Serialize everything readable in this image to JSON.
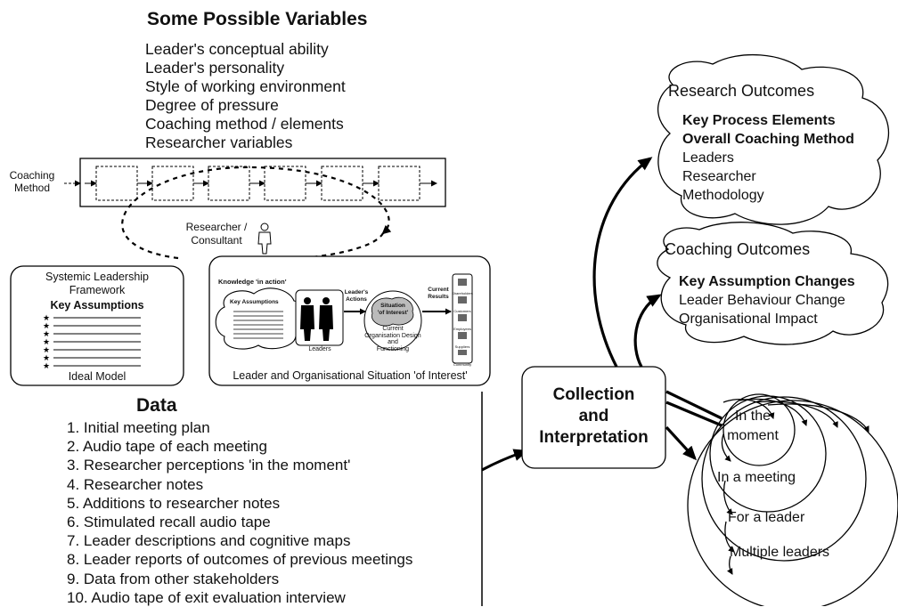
{
  "variables": {
    "title": "Some Possible Variables",
    "items": [
      "Leader's conceptual ability",
      "Leader's personality",
      "Style of working environment",
      "Degree of pressure",
      "Coaching method / elements",
      "Researcher variables"
    ]
  },
  "coaching_method": {
    "label": "Coaching\nMethod"
  },
  "researcher": {
    "label": "Researcher /\nConsultant"
  },
  "framework": {
    "title": "Systemic Leadership\nFramework",
    "heading": "Key Assumptions",
    "footer": "Ideal Model"
  },
  "situation": {
    "knowledge": "Knowledge 'in action'",
    "key_assumptions": "Key Assumptions",
    "leaders": "Leaders",
    "leaders_actions": "Leader's\nActions",
    "situation_label": "Situation\n'of Interest'",
    "org_design": "Current\nOrganisation Design\nand\nFunctioning",
    "current_results": "Current\nResults",
    "stakeholders": [
      "Shareholders",
      "Customers",
      "Employees",
      "Suppliers",
      "Community"
    ],
    "caption": "Leader and Organisational Situation 'of Interest'"
  },
  "data_section": {
    "title": "Data",
    "items": [
      "1. Initial meeting plan",
      "2. Audio tape of each meeting",
      "3. Researcher perceptions 'in the moment'",
      "4. Researcher notes",
      "5. Additions to researcher notes",
      "6. Stimulated recall audio tape",
      "7. Leader descriptions and cognitive maps",
      "8. Leader reports of outcomes of previous meetings",
      "9. Data from other stakeholders",
      "10. Audio tape of exit evaluation interview"
    ]
  },
  "collection": {
    "label": "Collection\nand\nInterpretation"
  },
  "research_outcomes": {
    "title": "Research Outcomes",
    "bold_items": [
      "Key Process Elements",
      "Overall Coaching Method"
    ],
    "items": [
      "Leaders",
      "Researcher",
      "Methodology"
    ]
  },
  "coaching_outcomes": {
    "title": "Coaching Outcomes",
    "bold_items": [
      "Key Assumption Changes"
    ],
    "items": [
      "Leader Behaviour Change",
      "Organisational Impact"
    ]
  },
  "cycles": {
    "items": [
      "In the\nmoment",
      "In a meeting",
      "For a leader",
      "Multiple leaders"
    ]
  }
}
